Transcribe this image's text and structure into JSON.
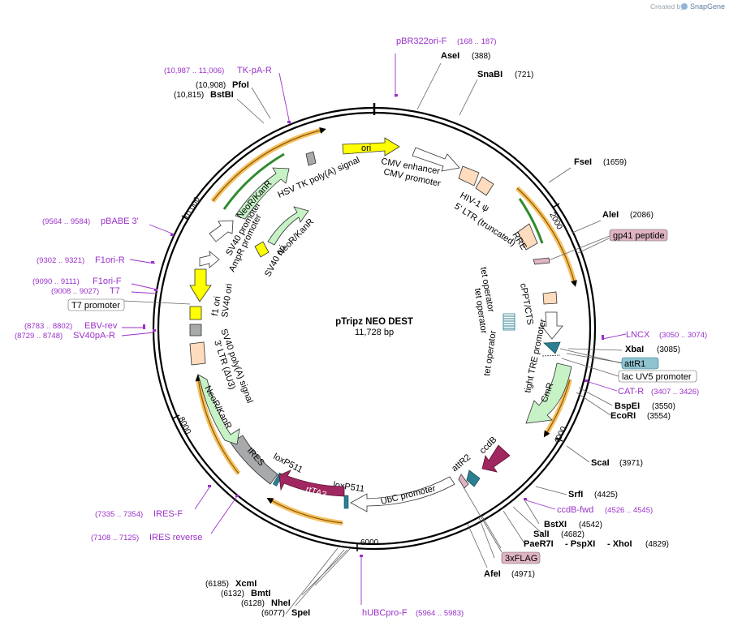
{
  "header": {
    "credit_prefix": "Created by",
    "credit_brand": "SnapGene"
  },
  "plasmid": {
    "name": "pTripz NEO DEST",
    "size": "11,728 bp"
  },
  "ticks": [
    "2000",
    "4000",
    "6000",
    "8000",
    "10,000"
  ],
  "sites": [
    {
      "name": "AseI",
      "pos": "(388)"
    },
    {
      "name": "SnaBI",
      "pos": "(721)"
    },
    {
      "name": "FseI",
      "pos": "(1659)"
    },
    {
      "name": "AleI",
      "pos": "(2086)"
    },
    {
      "name": "XbaI",
      "pos": "(3085)"
    },
    {
      "name": "BspEI",
      "pos": "(3550)"
    },
    {
      "name": "EcoRI",
      "pos": "(3554)"
    },
    {
      "name": "ScaI",
      "pos": "(3971)"
    },
    {
      "name": "SrfI",
      "pos": "(4425)"
    },
    {
      "name": "BstXI",
      "pos": "(4542)"
    },
    {
      "name": "SalI",
      "pos": "(4682)"
    },
    {
      "name": "PaeR7I",
      "pos": ""
    },
    {
      "name": "- PspXI",
      "pos": ""
    },
    {
      "name": "- XhoI",
      "pos": "(4829)"
    },
    {
      "name": "AfeI",
      "pos": "(4971)"
    },
    {
      "name": "XcmI",
      "pos": "(6185)"
    },
    {
      "name": "BmtI",
      "pos": "(6132)"
    },
    {
      "name": "NheI",
      "pos": "(6128)"
    },
    {
      "name": "SpeI",
      "pos": "(6077)"
    },
    {
      "name": "PfoI",
      "pos": "(10,908)"
    },
    {
      "name": "BstBI",
      "pos": "(10,815)"
    }
  ],
  "primers": [
    {
      "name": "pBR322ori-F",
      "pos": "(168 .. 187)"
    },
    {
      "name": "TK-pA-R",
      "pos": "(10,987 .. 11,006)"
    },
    {
      "name": "pBABE 3'",
      "pos": "(9564 .. 9584)"
    },
    {
      "name": "F1ori-R",
      "pos": "(9302 .. 9321)"
    },
    {
      "name": "F1ori-F",
      "pos": "(9090 .. 9111)"
    },
    {
      "name": "T7",
      "pos": "(9008 .. 9027)"
    },
    {
      "name": "EBV-rev",
      "pos": "(8783 .. 8802)"
    },
    {
      "name": "SV40pA-R",
      "pos": "(8729 .. 8748)"
    },
    {
      "name": "IRES-F",
      "pos": "(7335 .. 7354)"
    },
    {
      "name": "IRES reverse",
      "pos": "(7108 .. 7125)"
    },
    {
      "name": "hUBCpro-F",
      "pos": "(5964 .. 5983)"
    },
    {
      "name": "LNCX",
      "pos": "(3050 .. 3074)"
    },
    {
      "name": "CAT-R",
      "pos": "(3407 .. 3426)"
    },
    {
      "name": "ccdB-fwd",
      "pos": "(4526 .. 4545)"
    }
  ],
  "boxed_labels": [
    "gp41 peptide",
    "attR1",
    "lac UV5 promoter",
    "3xFLAG",
    "T7 promoter"
  ],
  "features": {
    "ori": "ori",
    "cmv_enhancer": "CMV enhancer",
    "cmv_promoter": "CMV promoter",
    "hiv_psi": "HIV-1 ψ",
    "ltr5": "5' LTR (truncated)",
    "rre": "RRE",
    "cppt": "cPPT/CTS",
    "tet_op1": "tet operator",
    "tet_op2": "tet operator",
    "tet_op3": "tet operator",
    "tight_tre": "tight TRE promoter",
    "cmr": "CmR",
    "ccdb": "ccdB",
    "attr2": "attR2",
    "ubc": "UbC promoter",
    "loxp1": "loxP511",
    "loxp2": "loxP511",
    "rtta3": "rtTA3",
    "ires": "IRES",
    "neo_outer": "NeoR/KanR",
    "ltr3": "3' LTR (ΔU3)",
    "sv40pa": "SV40 poly(A) signal",
    "sv40ori_a": "SV40 ori",
    "f1ori": "f1 ori",
    "amp_prom": "AmpR promoter",
    "sv40_prom": "SV40 promoter",
    "neo_top": "NeoR/KanR",
    "hsv_tk": "HSV TK poly(A) signal",
    "sv40ori_b": "SV40 ori",
    "neo_inner": "NeoR/KanR"
  },
  "colors": {
    "backbone": "#000000",
    "primer": "#9a31c9",
    "yellow": "#ffff00",
    "green": "#c6f2c6",
    "peach": "#ffdcbd",
    "gray": "#a7a9ab",
    "maroon": "#a0275f",
    "teal": "#2b7f90",
    "pink": "#e0b4c3",
    "orf_halo": "#f5b547",
    "orf_line": "#8a5a00"
  }
}
